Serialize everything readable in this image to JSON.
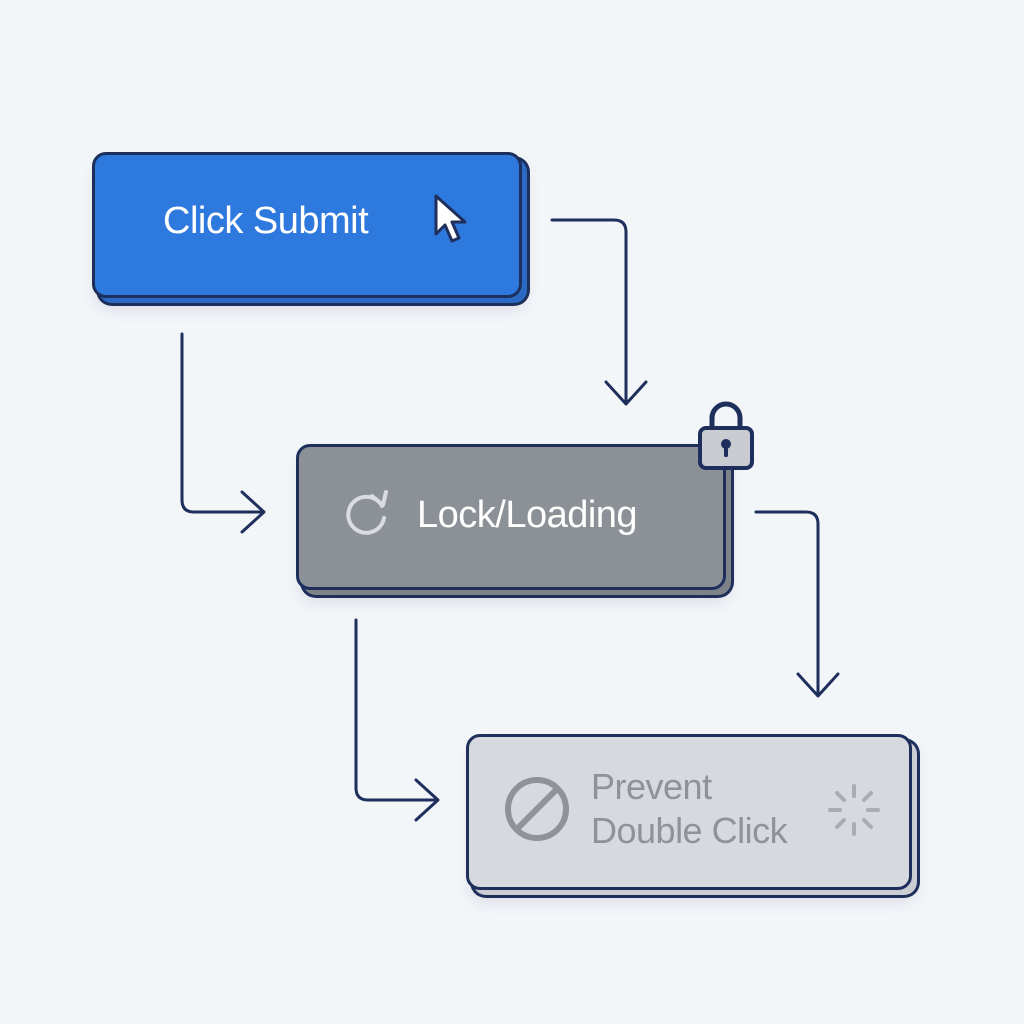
{
  "steps": {
    "submit": {
      "label": "Click Submit",
      "color": "#2e79de"
    },
    "lock": {
      "label": "Lock/Loading",
      "color": "#8c9198"
    },
    "prevent": {
      "line1": "Prevent",
      "line2": "Double Click",
      "color": "#d6d9dd"
    }
  },
  "icons": {
    "submit": "cursor-icon",
    "lock_badge": "padlock-icon",
    "lock": "refresh-icon",
    "prevent_left": "no-entry-icon",
    "prevent_right": "spinner-icon"
  },
  "colors": {
    "background": "#f3f6f9",
    "outline": "#1e2f5c",
    "connector": "#1e2f5c"
  }
}
